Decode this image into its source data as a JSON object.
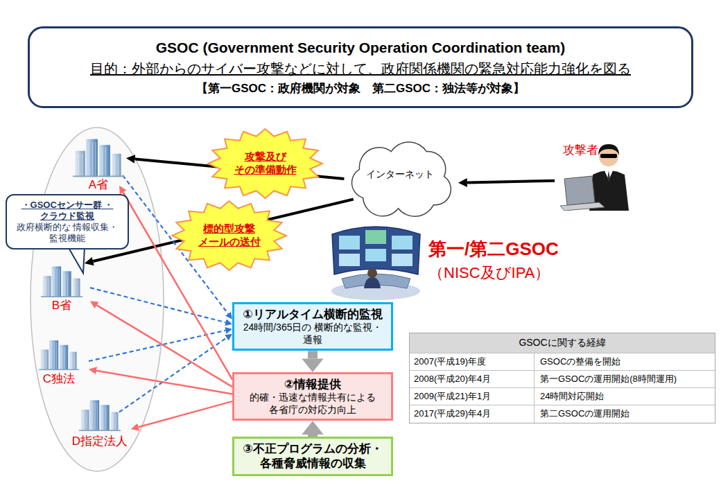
{
  "diagram": {
    "nodes": [
      {
        "text": [
          "GSOC (Government Security Operation Coordination team)",
          "目的：外部からのサイバー攻撃などに対して、政府関係機関の緊急対応能力強化を図る",
          "【第一GSOC：政府機関が対象　第二GSOC：独法等が対象】"
        ]
      },
      {
        "text": [
          "攻撃及び その準備動作"
        ]
      },
      {
        "text": [
          "インターネット"
        ]
      },
      {
        "text": [
          "攻撃者"
        ]
      },
      {
        "text": [
          "A省"
        ]
      },
      {
        "text": [
          "・GSOCセンサー群 ・クラウド監視",
          "政府横断的な 情報収集・監視機能"
        ]
      },
      {
        "text": [
          "標的型攻撃 メールの送付"
        ]
      },
      {
        "text": [
          "第一/第二GSOC",
          "（NISC及びIPA）"
        ]
      },
      {
        "text": [
          "B省"
        ]
      },
      {
        "text": [
          "①リアルタイム横断的監視",
          "24時間/365日の 横断的な監視・通報"
        ]
      },
      {
        "text": [
          "C独法"
        ]
      },
      {
        "text": [
          "②情報提供",
          "的確・迅速な情報共有による 各省庁の対応力向上"
        ]
      },
      {
        "text": [
          "D指定法人"
        ]
      },
      {
        "text": [
          "③不正プログラムの分析・ 各種脅威情報の収集"
        ]
      }
    ],
    "edges": [
      {
        "from": 3,
        "to": 2,
        "arrow": "to"
      },
      {
        "from": 2,
        "to": 4,
        "arrow": "to"
      },
      {
        "from": 2,
        "to": 8,
        "arrow": "to"
      },
      {
        "from": 4,
        "to": 9,
        "arrow": "to"
      },
      {
        "from": 8,
        "to": 9,
        "arrow": "to"
      },
      {
        "from": 10,
        "to": 9,
        "arrow": "to"
      },
      {
        "from": 12,
        "to": 9,
        "arrow": "to"
      },
      {
        "from": 11,
        "to": 4,
        "arrow": "to"
      },
      {
        "from": 11,
        "to": 8,
        "arrow": "to"
      },
      {
        "from": 11,
        "to": 10,
        "arrow": "to"
      },
      {
        "from": 11,
        "to": 12,
        "arrow": "to"
      },
      {
        "from": 9,
        "to": 11,
        "arrow": "to"
      },
      {
        "from": 13,
        "to": 11,
        "arrow": "to"
      }
    ],
    "labels": [
      "GSOCに関する経緯",
      "2007(平成19)年度",
      "GSOCの整備を開始",
      "2008(平成20)年4月",
      "第一GSOCの運用開始(8時間運用)",
      "2009(平成21)年1月",
      "24時間対応開始",
      "2017(平成29)年4月",
      "第二GSOCの運用開始"
    ]
  }
}
